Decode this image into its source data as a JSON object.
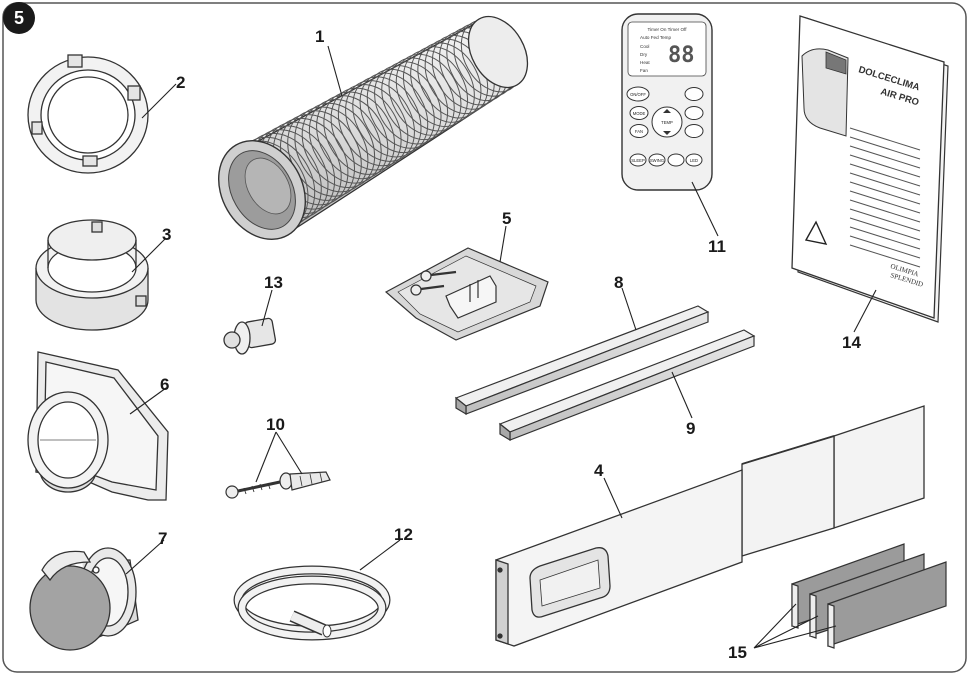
{
  "step_badge": "5",
  "labels": {
    "n1": "1",
    "n2": "2",
    "n3": "3",
    "n4": "4",
    "n5": "5",
    "n6": "6",
    "n7": "7",
    "n8": "8",
    "n9": "9",
    "n10": "10",
    "n11": "11",
    "n12": "12",
    "n13": "13",
    "n14": "14",
    "n15": "15"
  },
  "remote": {
    "top_line": "Timer On  Timer Off",
    "auto_temp": "Auto Fed Temp",
    "mode_cool": "Cool",
    "mode_dry": "Dry",
    "mode_heat": "Heat",
    "mode_fan": "Fan",
    "display": "88",
    "btn_onoff": "ON/OFF",
    "btn_mode": "MODE",
    "btn_fan": "FAN",
    "btn_temp": "TEMP",
    "btn_sleep": "SLEEP",
    "btn_swing": "SWING",
    "btn_led": "LED"
  },
  "manual": {
    "title_line1": "DOLCECLIMA",
    "title_line2": "AIR PRO",
    "brand_line1": "OLIMPIA",
    "brand_line2": "SPLENDID"
  },
  "colors": {
    "badge": "#1a1a1a",
    "frame": "#555555",
    "part_fill": "#ececec",
    "bar_fill": "#d9d9d9",
    "foam_fill": "#9a9a9a"
  }
}
